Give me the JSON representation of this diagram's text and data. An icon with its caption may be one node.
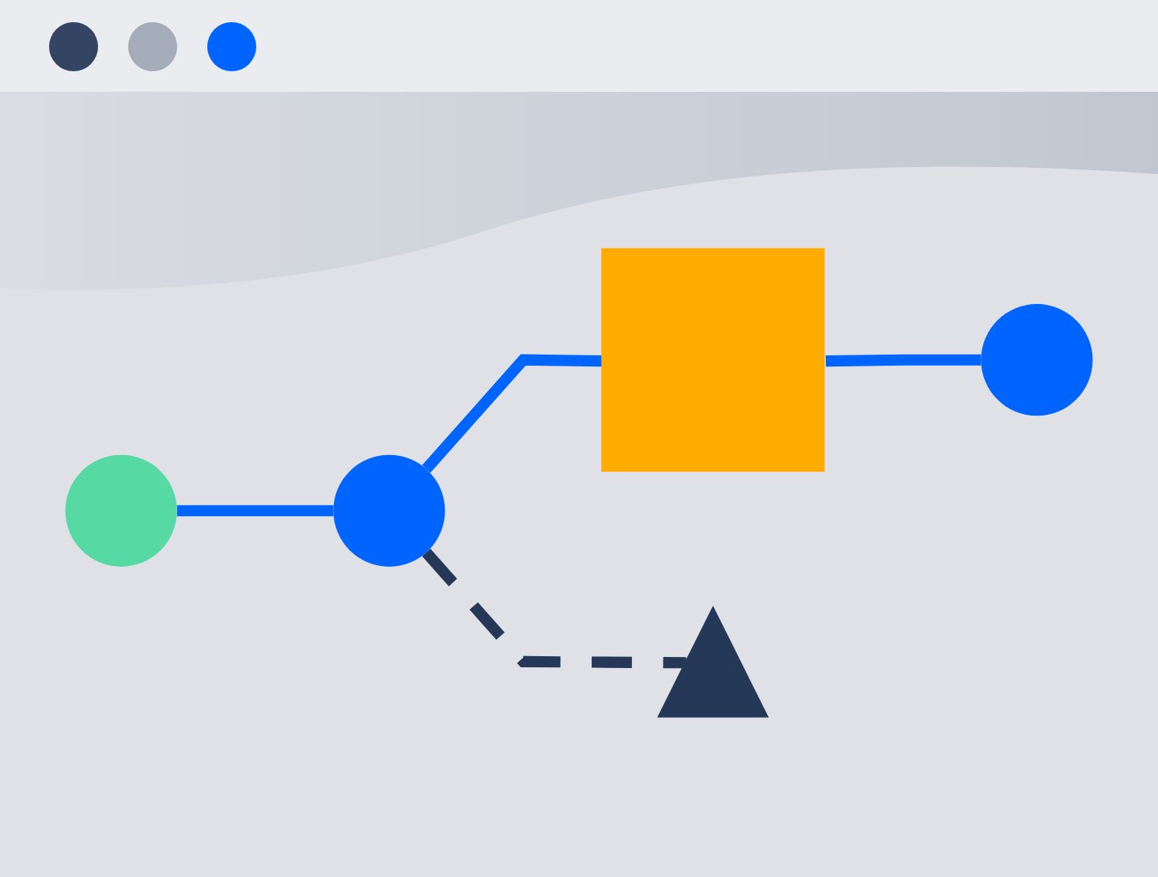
{
  "diagram": {
    "nodes": [
      {
        "text": [],
        "shape": "circle"
      },
      {
        "text": [],
        "shape": "circle"
      },
      {
        "text": [],
        "shape": "box"
      },
      {
        "text": [],
        "shape": "circle"
      },
      {
        "text": [],
        "shape": "triangle"
      }
    ],
    "edges": [
      {
        "from": 0,
        "to": 1,
        "arrow": "none"
      },
      {
        "from": 1,
        "to": 2,
        "arrow": "none"
      },
      {
        "from": 2,
        "to": 3,
        "arrow": "none"
      },
      {
        "from": 1,
        "to": 4,
        "arrow": "none",
        "style": "dashed",
        "color": "#253858"
      }
    ]
  }
}
